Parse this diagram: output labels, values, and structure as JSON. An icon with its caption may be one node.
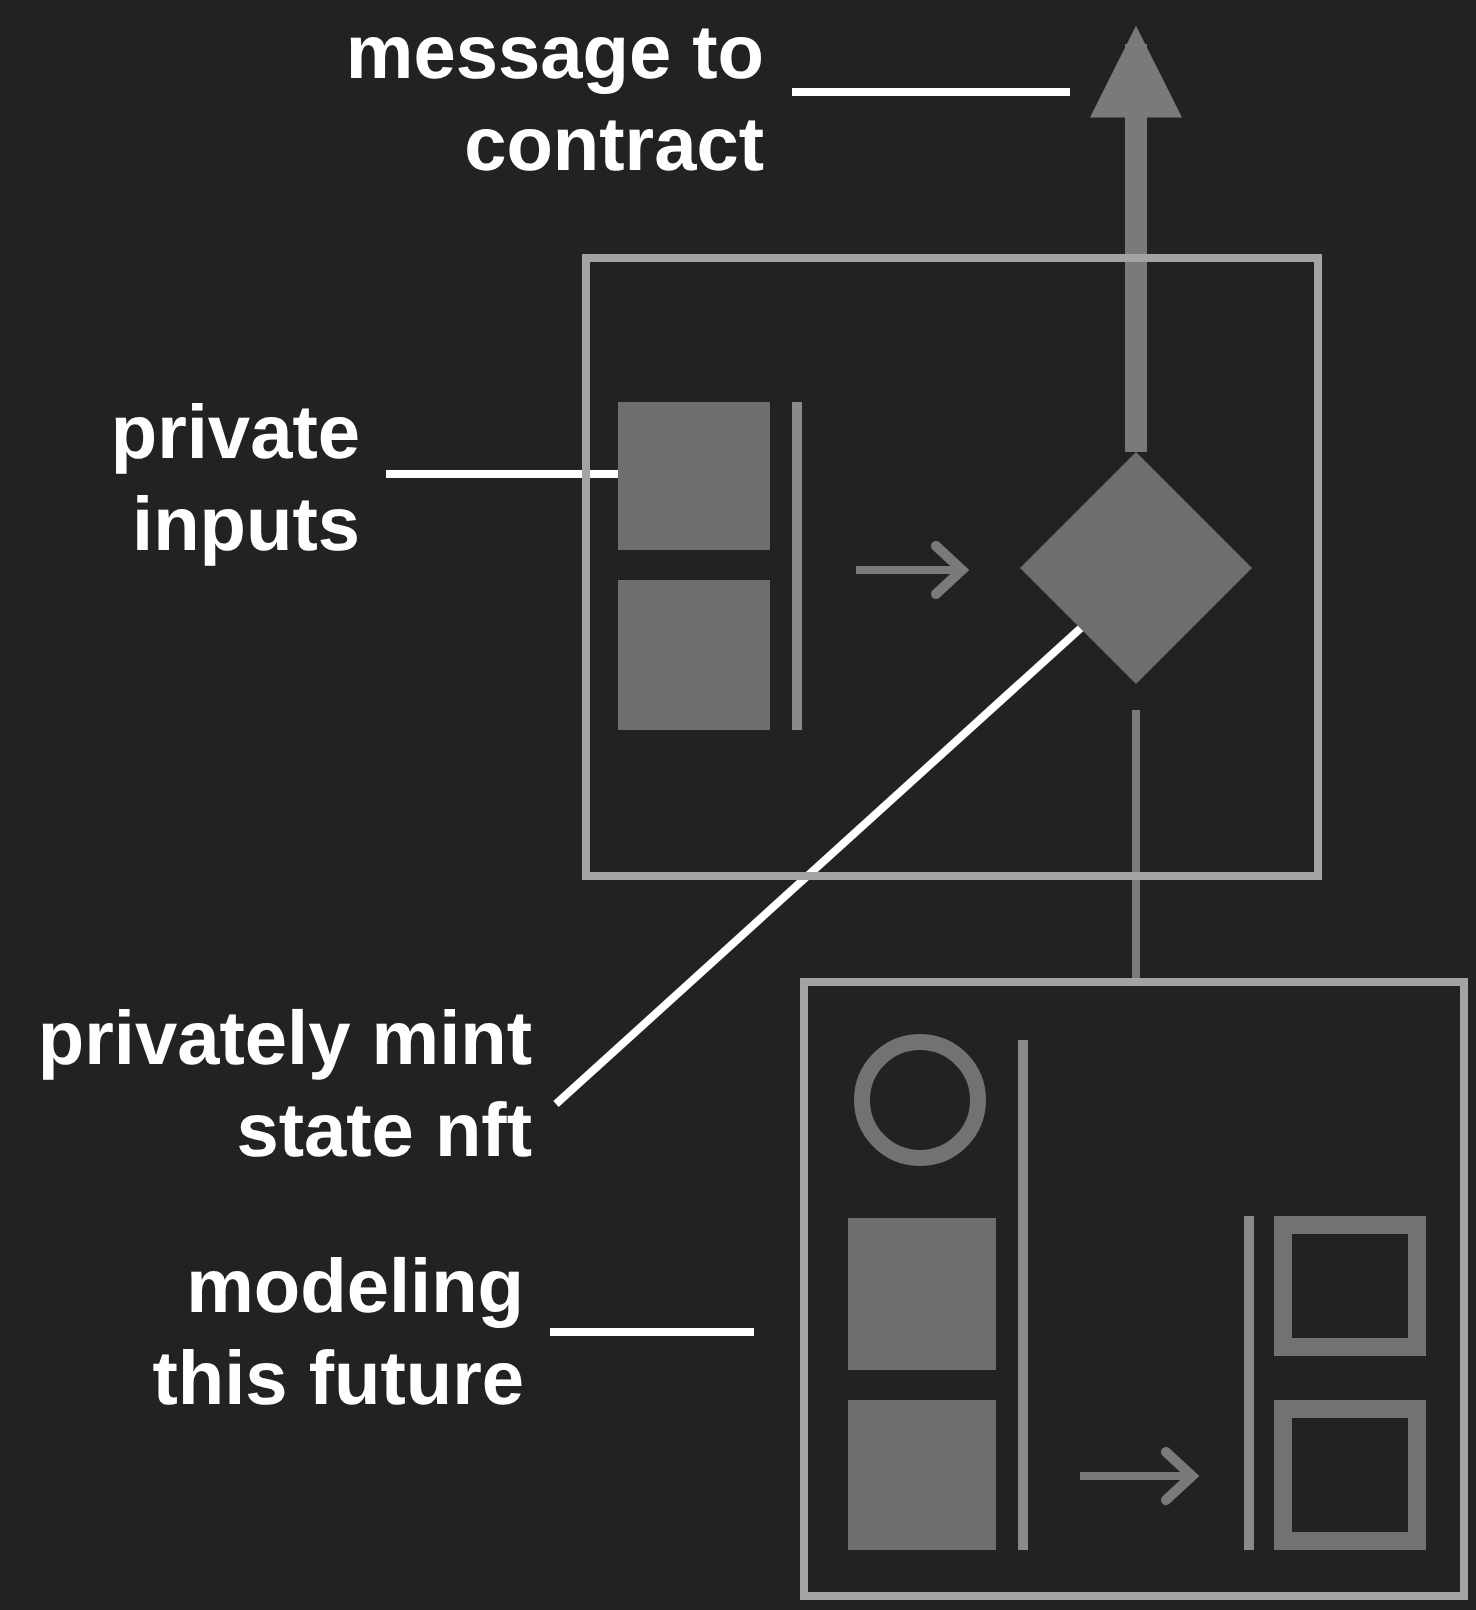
{
  "diagram": {
    "nodes": [
      {
        "text": [
          "message to contract"
        ]
      },
      {
        "text": [
          "private inputs"
        ]
      },
      {
        "text": [
          "privately mint state nft"
        ]
      },
      {
        "text": [
          "modeling this future"
        ]
      },
      {
        "text": [],
        "shape": "box"
      },
      {
        "text": [],
        "shape": "box",
        "in": 4
      },
      {
        "text": [],
        "shape": "box",
        "in": 4
      },
      {
        "text": [],
        "shape": "bar",
        "in": 4
      },
      {
        "text": [],
        "shape": "diamond",
        "in": 4
      },
      {
        "text": [],
        "shape": "box"
      },
      {
        "text": [],
        "shape": "circle",
        "in": 9
      },
      {
        "text": [],
        "shape": "box",
        "in": 9
      },
      {
        "text": [],
        "shape": "box",
        "in": 9
      },
      {
        "text": [],
        "shape": "bar",
        "in": 9
      },
      {
        "text": [],
        "shape": "bar",
        "in": 9
      },
      {
        "text": [],
        "shape": "box",
        "in": 9
      },
      {
        "text": [],
        "shape": "box",
        "in": 9
      }
    ],
    "edges": [
      {
        "from": 0,
        "to": null,
        "arrow": "none",
        "color": "#ffffff"
      },
      {
        "from": 8,
        "to": null,
        "arrow": "to",
        "style": "thick",
        "color": "#7a7a7a"
      },
      {
        "from": 1,
        "to": 5,
        "arrow": "none",
        "color": "#ffffff"
      },
      {
        "from": 7,
        "to": 8,
        "arrow": "to",
        "color": "#7a7a7a"
      },
      {
        "from": 2,
        "to": 8,
        "arrow": "none",
        "color": "#ffffff"
      },
      {
        "from": 8,
        "to": 9,
        "arrow": "none",
        "color": "#7a7a7a"
      },
      {
        "from": 3,
        "to": 9,
        "arrow": "none",
        "color": "#ffffff"
      },
      {
        "from": 13,
        "to": 14,
        "arrow": "to",
        "color": "#7a7a7a"
      }
    ]
  }
}
